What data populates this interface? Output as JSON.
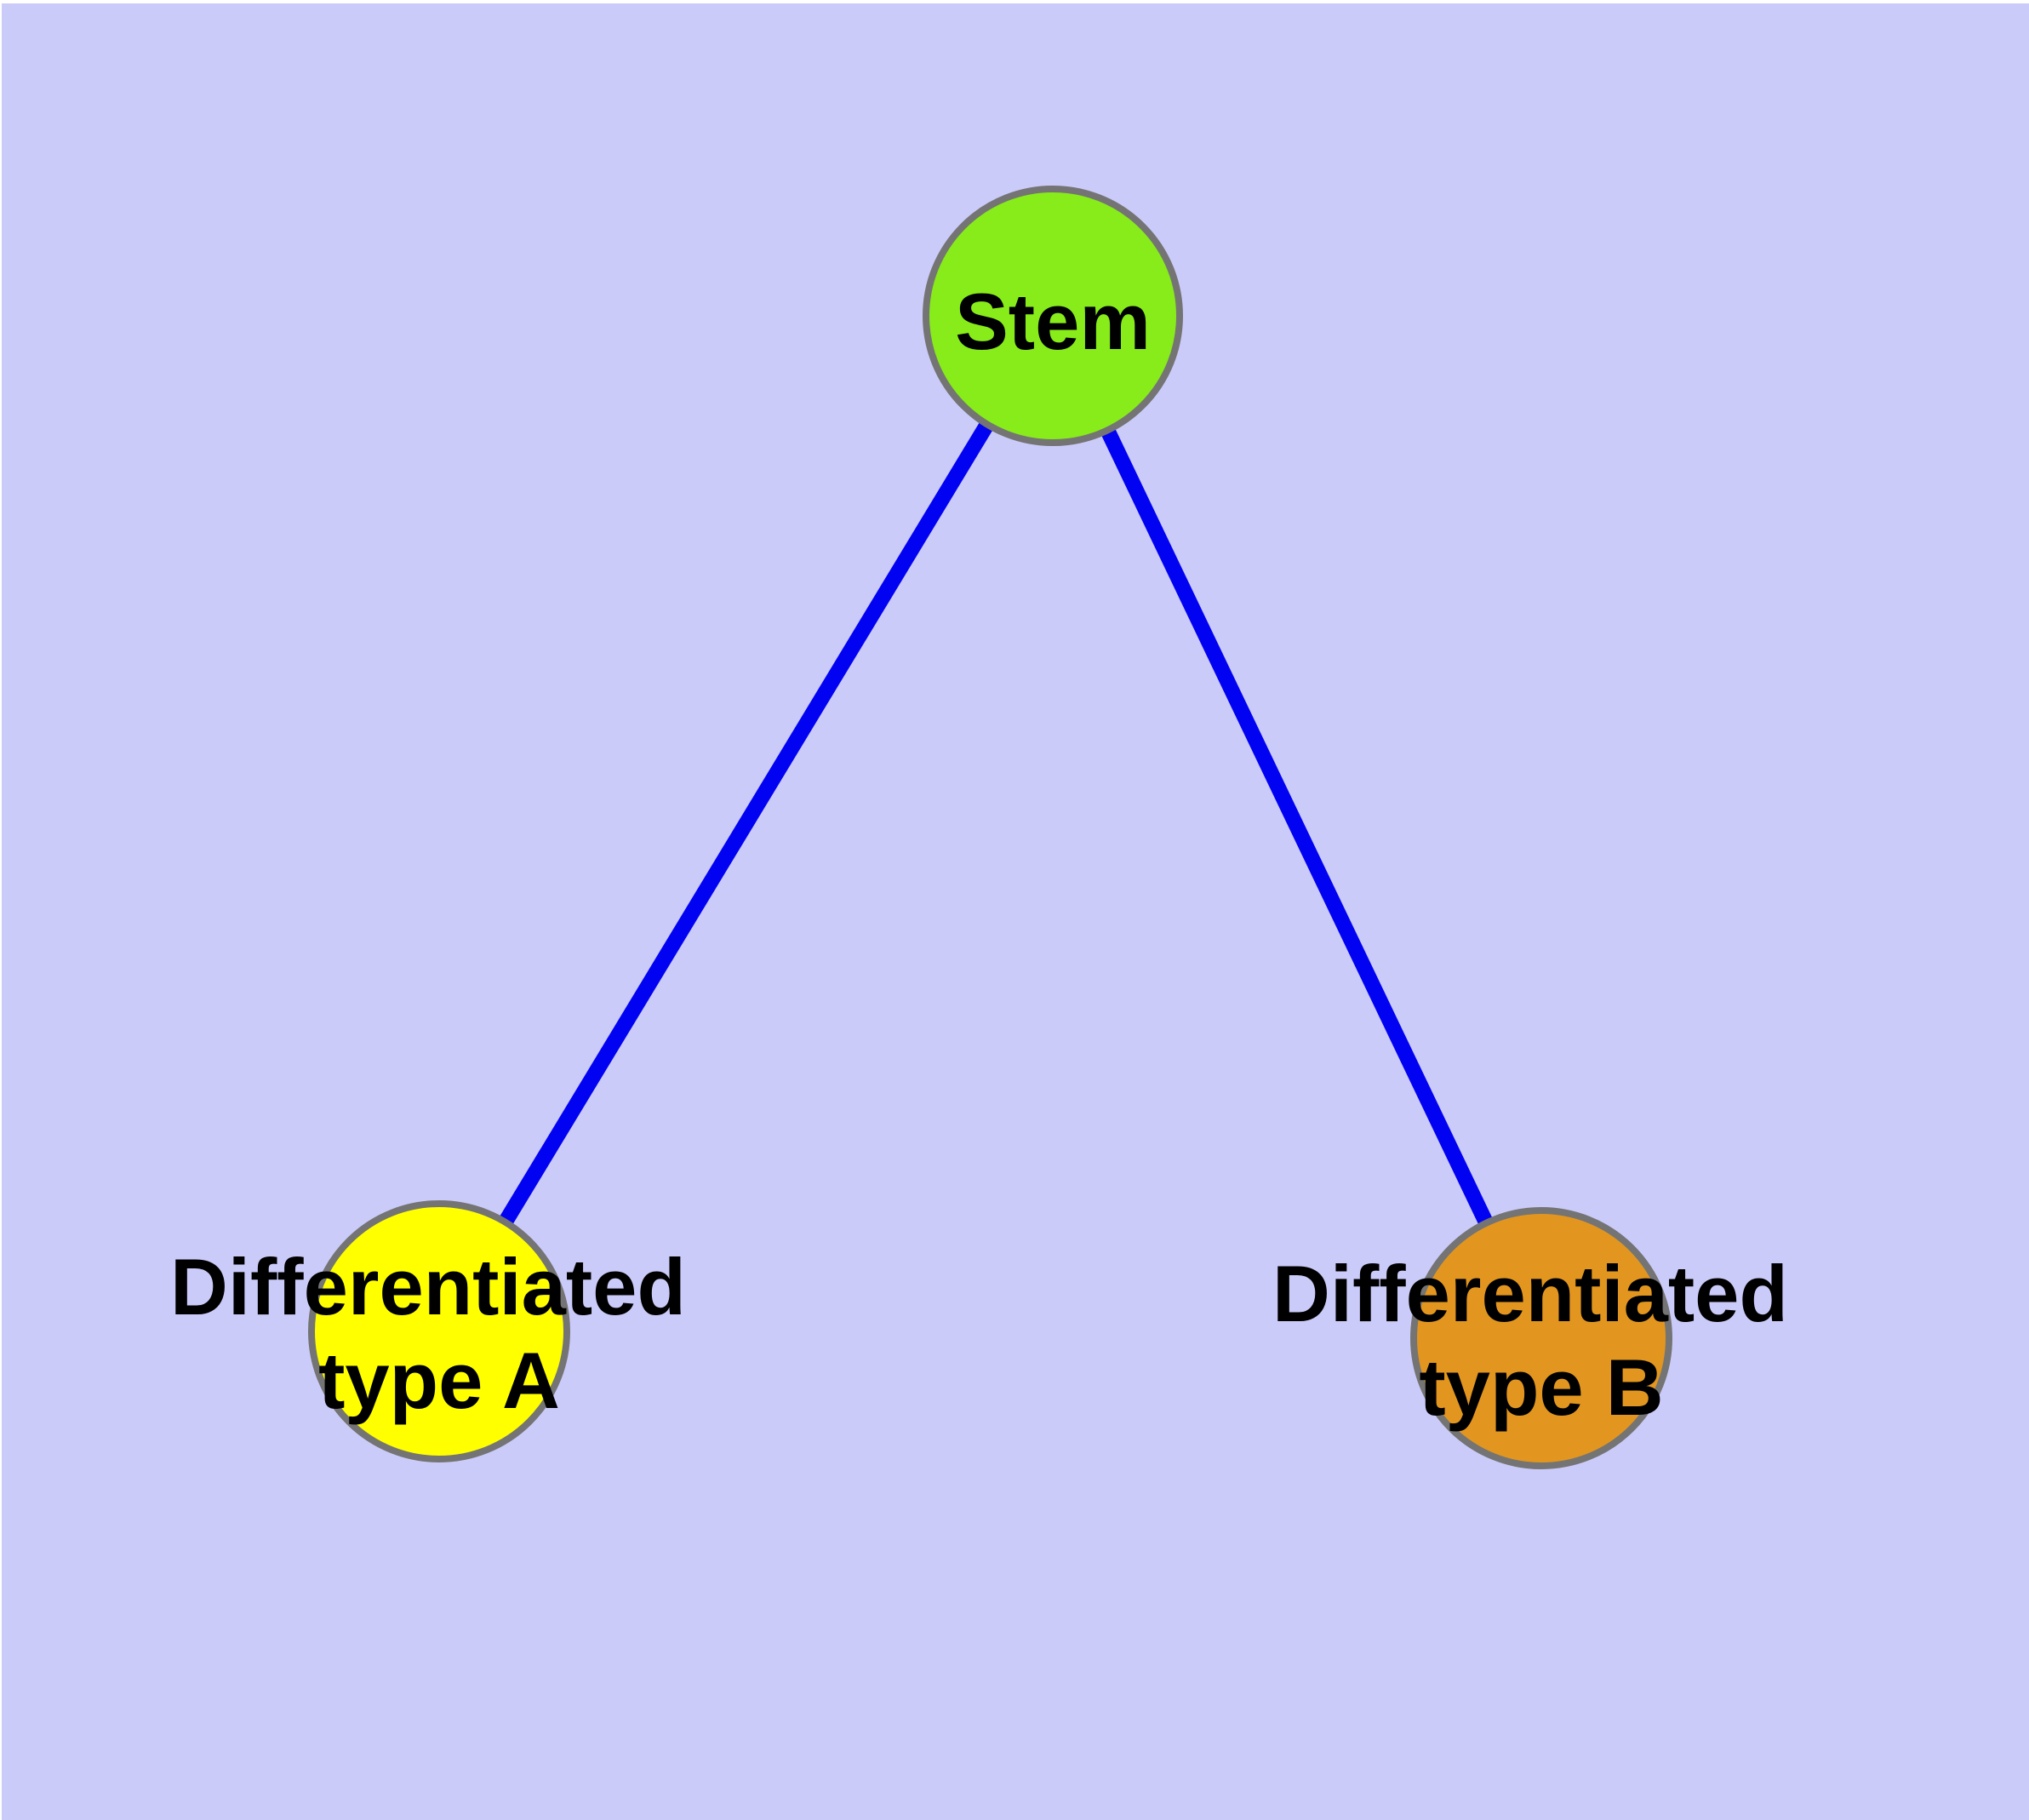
{
  "canvas": {
    "background_color": "#CBCBFA",
    "margin_color": "#FFFFFF"
  },
  "diagram": {
    "type": "node-link-tree",
    "text_color": "#000000",
    "edge_color": "#0202F2",
    "node_border_color": "#747474",
    "nodes": [
      {
        "id": "stem",
        "label": "Stem",
        "fill": "#87EC19"
      },
      {
        "id": "differentiated-type-a",
        "label": "Differentiated type A",
        "label_line1": "Differentiated",
        "label_line2": "type A",
        "fill": "#FFFF00"
      },
      {
        "id": "differentiated-type-b",
        "label": "Differentiated type B",
        "label_line1": "Differentiated",
        "label_line2": "type B",
        "fill": "#E2961F"
      }
    ],
    "edges": [
      {
        "from": "Stem",
        "to": "Differentiated type A"
      },
      {
        "from": "Stem",
        "to": "Differentiated type B"
      }
    ]
  }
}
